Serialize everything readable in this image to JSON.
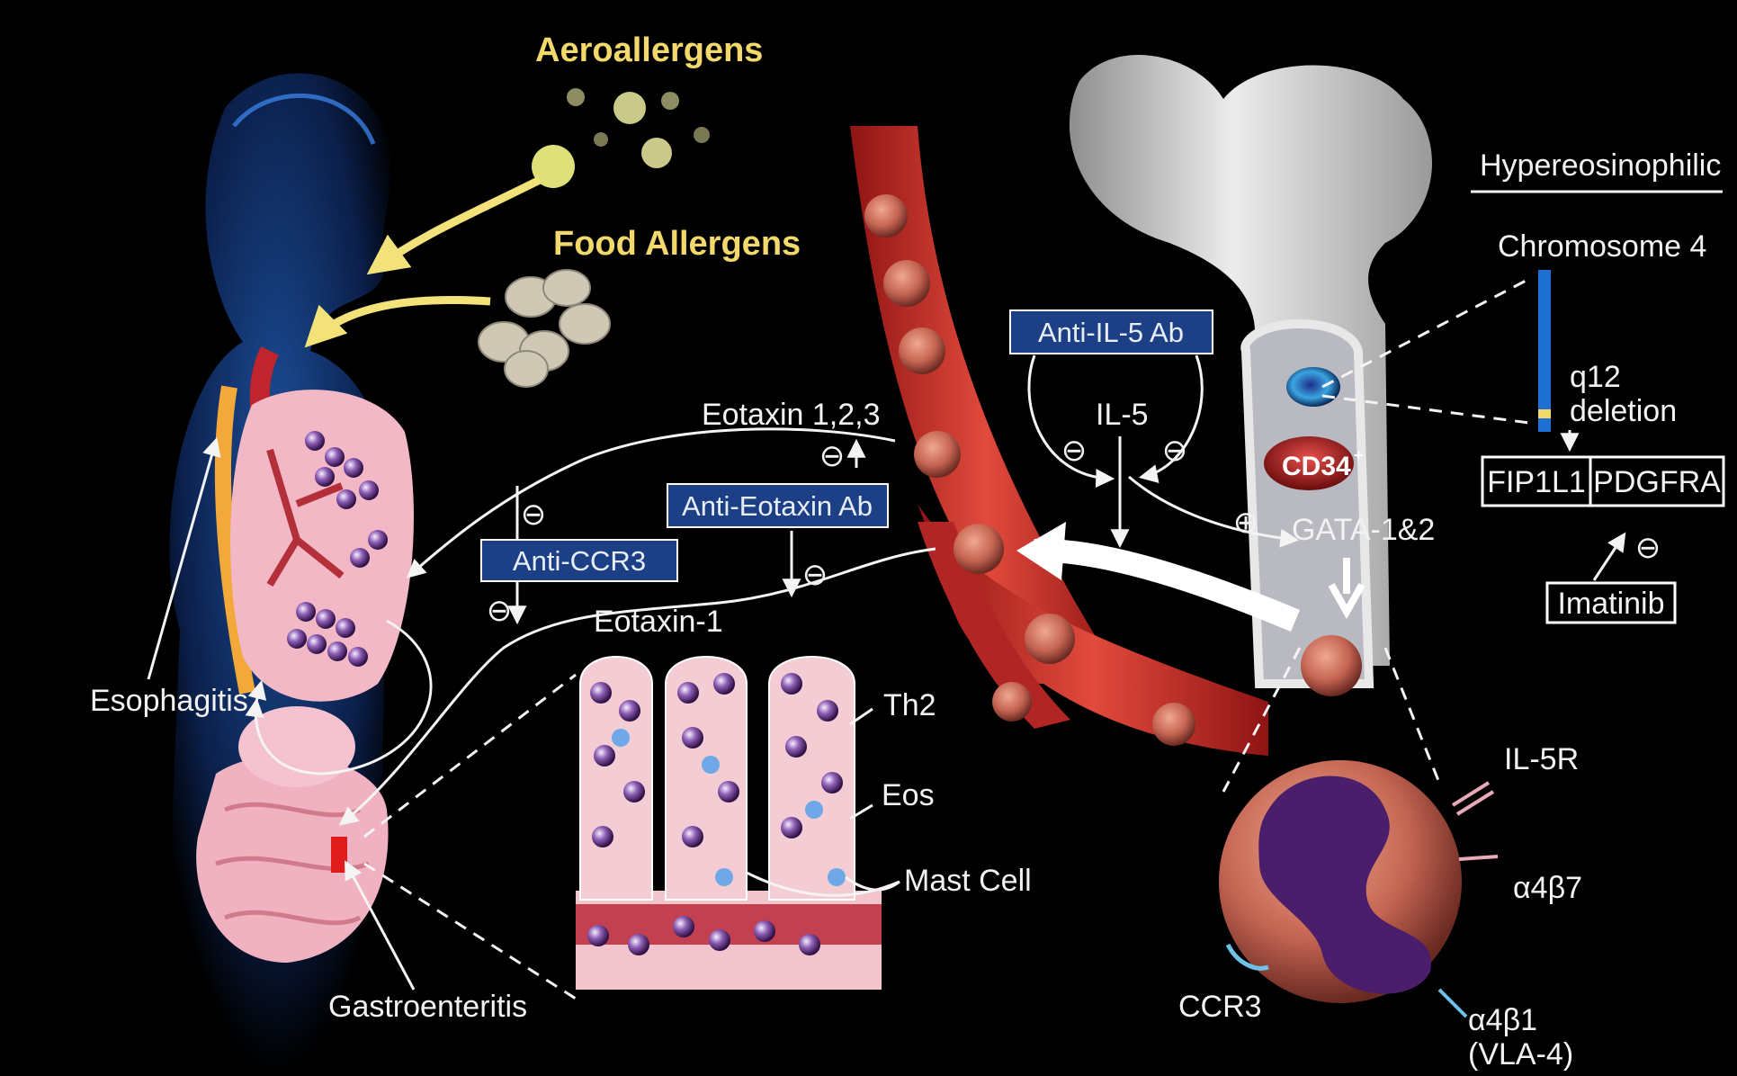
{
  "labels": {
    "aeroallergens": "Aeroallergens",
    "food_allergens": "Food Allergens",
    "esophagitis": "Esophagitis",
    "gastroenteritis": "Gastroenteritis",
    "eotaxin_123": "Eotaxin 1,2,3",
    "eotaxin_1": "Eotaxin-1",
    "il5": "IL-5",
    "cd34": "CD34",
    "cd34_sup": "+",
    "gata": "GATA-1&2",
    "hypereosinophilic": "Hypereosinophilic",
    "chromosome4": "Chromosome 4",
    "q12": "q12",
    "deletion": "deletion",
    "fip1l1": "FIP1L1",
    "pdgfra": "PDGFRA",
    "imatinib": "Imatinib",
    "th2": "Th2",
    "eos": "Eos",
    "mast_cell": "Mast Cell",
    "il5r": "IL-5R",
    "a4b7": "α4β7",
    "ccr3": "CCR3",
    "a4b1": "α4β1",
    "vla4": "(VLA-4)"
  },
  "boxes": {
    "anti_il5": "Anti-IL-5 Ab",
    "anti_eotaxin": "Anti-Eotaxin Ab",
    "anti_ccr3": "Anti-CCR3"
  },
  "signs": {
    "minus": "⊖",
    "plus": "⊕"
  },
  "colors": {
    "background": "#000000",
    "allergen_yellow": "#f3d96b",
    "box_blue": "#1d3f86",
    "vessel_red": "#c92a2a",
    "tissue_pink": "#f4c6cf",
    "eos_purple": "#4b1e6b"
  }
}
